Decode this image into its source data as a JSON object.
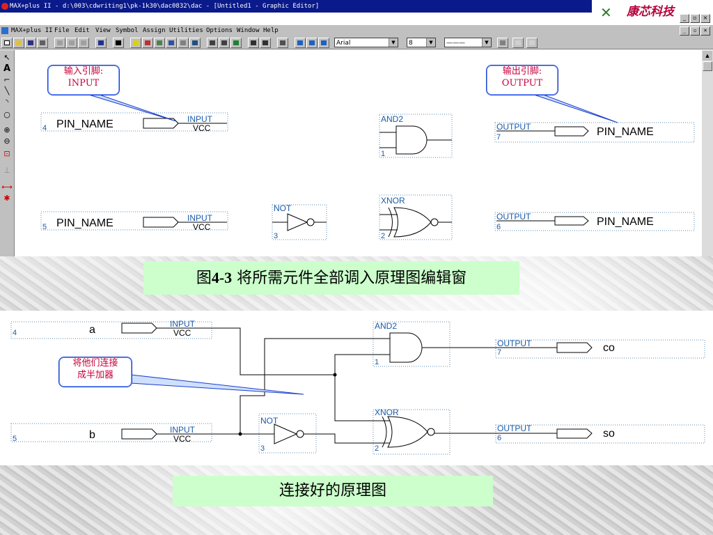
{
  "window": {
    "title": "MAX+plus II - d:\\003\\cdwriting1\\pk-1k30\\dac0832\\dac - [Untitled1 - Graphic Editor]"
  },
  "logo": {
    "text": "康芯科技"
  },
  "menubar": {
    "items": [
      {
        "label": "MAX+plus II"
      },
      {
        "label": "File"
      },
      {
        "label": "Edit"
      },
      {
        "label": "View"
      },
      {
        "label": "Symbol"
      },
      {
        "label": "Assign"
      },
      {
        "label": "Utilities"
      },
      {
        "label": "Options"
      },
      {
        "label": "Window"
      },
      {
        "label": "Help"
      }
    ],
    "window_buttons": [
      "_",
      "▫",
      "×"
    ]
  },
  "toolbar": {
    "font": "Arial",
    "font_size": "8",
    "line_style": "———"
  },
  "editor1": {
    "callout_input": {
      "line1": "输入引脚:",
      "line2": "INPUT"
    },
    "callout_output": {
      "line1": "输出引脚:",
      "line2": "OUTPUT"
    },
    "pins": [
      {
        "num": "4",
        "name": "PIN_NAME",
        "type": "INPUT",
        "sub": "VCC"
      },
      {
        "num": "5",
        "name": "PIN_NAME",
        "type": "INPUT",
        "sub": "VCC"
      },
      {
        "num": "7",
        "name": "PIN_NAME",
        "type": "OUTPUT"
      },
      {
        "num": "6",
        "name": "PIN_NAME",
        "type": "OUTPUT"
      }
    ],
    "gates": [
      {
        "type": "AND2",
        "num": "1"
      },
      {
        "type": "NOT",
        "num": "3"
      },
      {
        "type": "XNOR",
        "num": "2"
      }
    ]
  },
  "caption1": {
    "prefix": "图",
    "num": "4-3",
    "text": " 将所需元件全部调入原理图编辑窗"
  },
  "editor2": {
    "callout": {
      "line1": "将他们连接",
      "line2": "成半加器"
    },
    "pins": [
      {
        "num": "4",
        "name": "a",
        "type": "INPUT",
        "sub": "VCC"
      },
      {
        "num": "5",
        "name": "b",
        "type": "INPUT",
        "sub": "VCC"
      },
      {
        "num": "7",
        "name": "co",
        "type": "OUTPUT"
      },
      {
        "num": "6",
        "name": "so",
        "type": "OUTPUT"
      }
    ],
    "gates": [
      {
        "type": "AND2",
        "num": "1"
      },
      {
        "type": "NOT",
        "num": "3"
      },
      {
        "type": "XNOR",
        "num": "2"
      }
    ]
  },
  "caption2": {
    "text": "连接好的原理图"
  },
  "colors": {
    "titlebar": "#0a1a8a",
    "caption_bg": "#ccffcc",
    "callout_text": "#c8003a",
    "symbol_label": "#1a5aa8"
  }
}
